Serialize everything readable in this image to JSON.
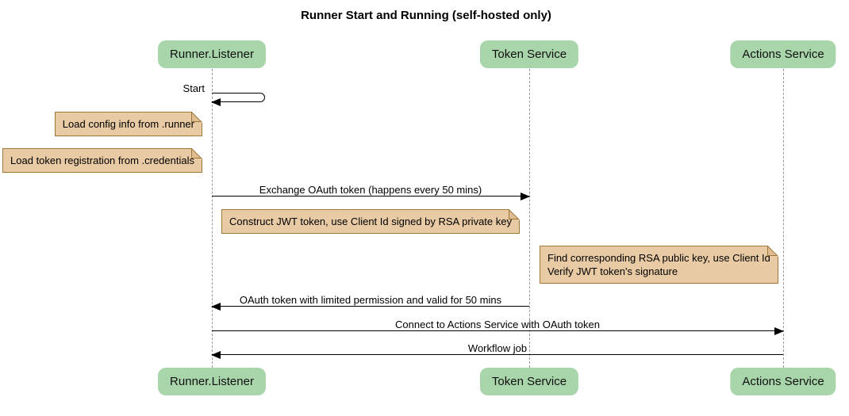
{
  "title": "Runner Start and Running (self-hosted only)",
  "participants": [
    {
      "name": "Runner.Listener"
    },
    {
      "name": "Token Service"
    },
    {
      "name": "Actions Service"
    }
  ],
  "messages": {
    "self_start": "Start",
    "exchange": "Exchange OAuth token (happens every 50 mins)",
    "oauth_return": "OAuth token with limited permission and valid for 50 mins",
    "connect": "Connect to Actions Service with OAuth token",
    "workflow": "Workflow job"
  },
  "notes": {
    "load_config": "Load config info from .runner",
    "load_credentials": "Load token registration from .credentials",
    "construct_jwt": "Construct JWT token, use Client Id signed by RSA private key",
    "verify_line1": "Find corresponding RSA public key, use Client Id",
    "verify_line2": "Verify JWT token's signature"
  },
  "colors": {
    "participant_fill": "#A8D5A9",
    "note_fill": "#E8CAA4",
    "note_border": "#A0783C",
    "note_fold": "#DFBD93",
    "lifeline": "#999999",
    "arrow": "#000000"
  }
}
